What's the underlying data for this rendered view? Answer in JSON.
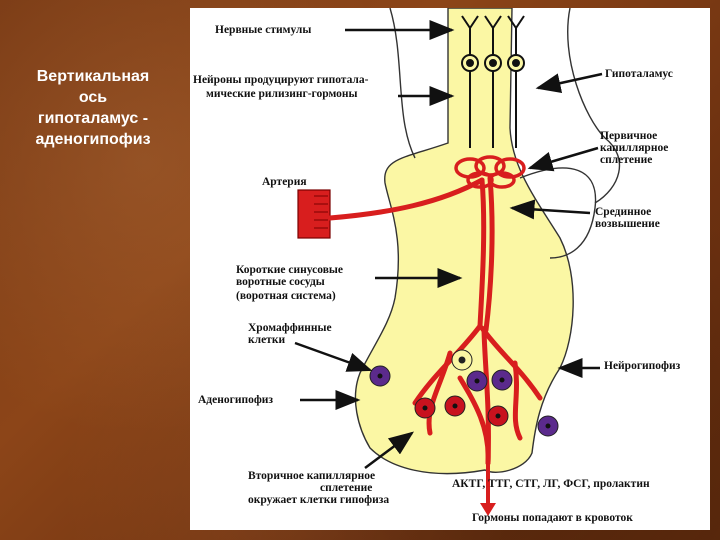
{
  "slide": {
    "title_lines": [
      "Вертикальная",
      "ось",
      "гипоталамус -",
      "аденогипофиз"
    ]
  },
  "diagram": {
    "labels": {
      "nerve_stimuli": "Нервные стимулы",
      "neurons_line1": "Нейроны продуцируют гипотала-",
      "neurons_line2": "мические рилизинг-гормоны",
      "hypothalamus": "Гипоталамус",
      "primary_plexus_line1": "Первичное",
      "primary_plexus_line2": "капиллярное",
      "primary_plexus_line3": "сплетение",
      "artery": "Артерия",
      "median_eminence_line1": "Срединное",
      "median_eminence_line2": "возвышение",
      "portal_line1": "Короткие синусовые",
      "portal_line2": "воротные сосуды",
      "portal_line3": "(воротная система)",
      "chromaffin_line1": "Хромаффинные",
      "chromaffin_line2": "клетки",
      "neurohypophysis": "Нейрогипофиз",
      "adenohypophysis": "Аденогипофиз",
      "secondary_line1": "Вторичное капиллярное",
      "secondary_line2": "сплетение",
      "secondary_line3": "окружает клетки гипофиза",
      "hormones": "АКТГ, ТТГ, СТГ, ЛГ, ФСГ, пролактин",
      "blood": "Гормоны попадают в кровоток"
    },
    "colors": {
      "vessel": "#d81e1e",
      "tissue": "#fbf7a4",
      "purple_cell": "#5b2a8c",
      "red_cell": "#c8121e"
    }
  }
}
